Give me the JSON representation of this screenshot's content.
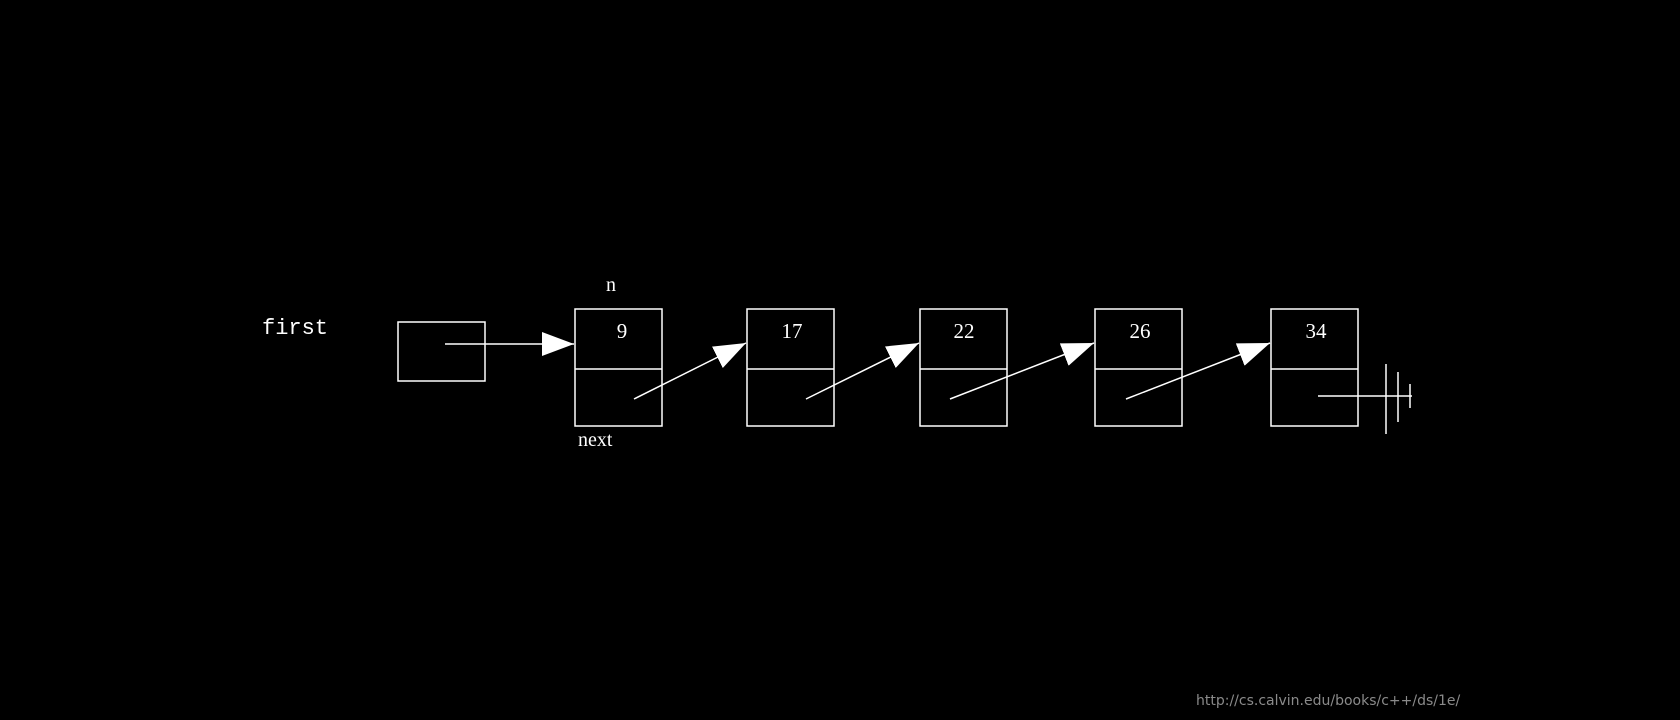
{
  "diagram": {
    "pointer_label": "first",
    "data_field_label": "n",
    "next_field_label": "next",
    "nodes": [
      {
        "value": "9"
      },
      {
        "value": "17"
      },
      {
        "value": "22"
      },
      {
        "value": "26"
      },
      {
        "value": "34"
      }
    ],
    "last_node_next": "null-ground-symbol"
  },
  "footer": {
    "source_url": "http://cs.calvin.edu/books/c++/ds/1e/"
  },
  "colors": {
    "background": "#000000",
    "stroke": "#ffffff",
    "url_text": "#8a8a8a"
  }
}
